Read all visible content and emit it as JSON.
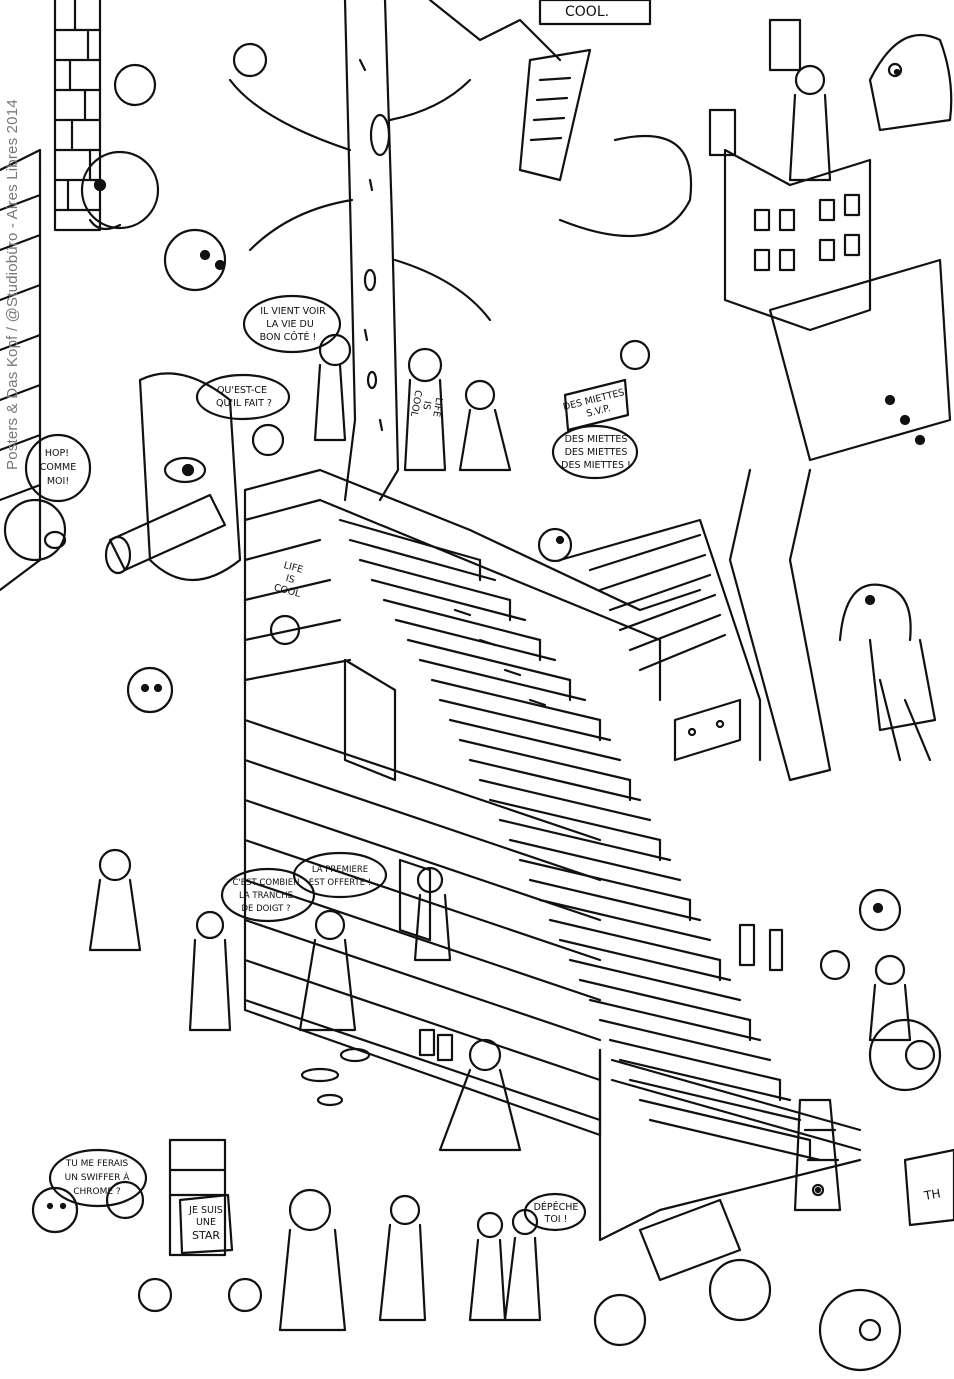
{
  "credit": "Posters & Das Kopf / @Studiobüro - Aires Libres 2014",
  "signs": {
    "top_sign": "COOL.",
    "right_sign": "TH"
  },
  "bubbles": {
    "bon_cote": [
      "IL VIENT VOIR",
      "LA VIE DU",
      "BON CÔTÉ !"
    ],
    "quest_ce": [
      "QU'EST-CE",
      "QU'IL FAIT ?"
    ],
    "hop": [
      "HOP!",
      "COMME",
      "MOI!"
    ],
    "life_is_cool_1": [
      "LIFE",
      "IS",
      "COOL"
    ],
    "miettes_sign": [
      "DES MIETTES!",
      "S.V.P."
    ],
    "miettes_bubble": [
      "DES MIETTES",
      "DES MIETTES",
      "DES MIETTES !"
    ],
    "life_is_cool_2": [
      "LIFE",
      "IS",
      "COOL"
    ],
    "tranche": [
      "C'EST COMBIEN",
      "LA TRANCHE",
      "DE DOIGT ?"
    ],
    "premiere": [
      "LA PREMIERE",
      "EST OFFERTE !"
    ],
    "swiffer": [
      "TU ME FERAIS",
      "UN SWIFFER À",
      "CHROME ?"
    ],
    "star_sign": [
      "JE SUIS",
      "UNE",
      "STAR"
    ],
    "depeche": [
      "DÉPÊCHE",
      "TOI !"
    ]
  }
}
